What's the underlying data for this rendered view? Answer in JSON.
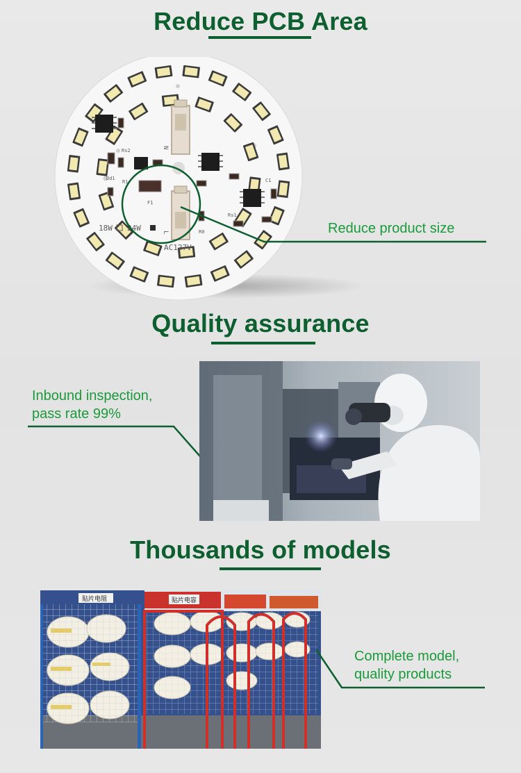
{
  "section_1": {
    "heading": "Reduce PCB Area",
    "callout": "Reduce product size",
    "board_markings": {
      "power_18w": "18W",
      "power_24w": "24W",
      "voltage": "AC127V",
      "n_label": "N",
      "l_label": "L",
      "part_r1": "R1",
      "part_r0": "R0",
      "part_rs1": "Rs1",
      "part_rs2": "Rs2",
      "part_d1": "Dd1",
      "part_f1": "F1",
      "part_c1": "C1"
    }
  },
  "section_2": {
    "heading": "Quality assurance",
    "callout_line1": "Inbound inspection,",
    "callout_line2": "pass rate 99%"
  },
  "section_3": {
    "heading": "Thousands of models",
    "callout_line1": "Complete model,",
    "callout_line2": "quality products",
    "shelf_sign_1": "贴片电阻",
    "shelf_sign_2": "贴片电容"
  },
  "colors": {
    "heading_green": "#0d5f2f",
    "callout_green": "#1a9a3a",
    "board_white": "#f7f7f7",
    "led_yellow": "#f2e9b0"
  }
}
